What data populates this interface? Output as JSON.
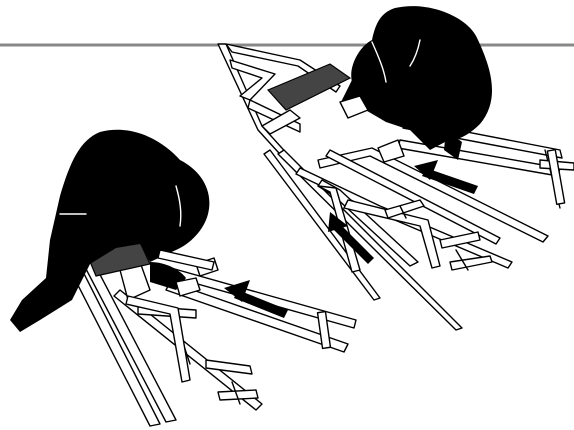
{
  "colors": {
    "ink": "#000000",
    "paper": "#ffffff",
    "shadow": "#444444",
    "horizon_line": "#888888"
  },
  "illustration": {
    "scenes": [
      "person-inserting-rear-tube-into-frame",
      "person-sliding-tubes-together-on-frame"
    ],
    "arrows": 3
  }
}
